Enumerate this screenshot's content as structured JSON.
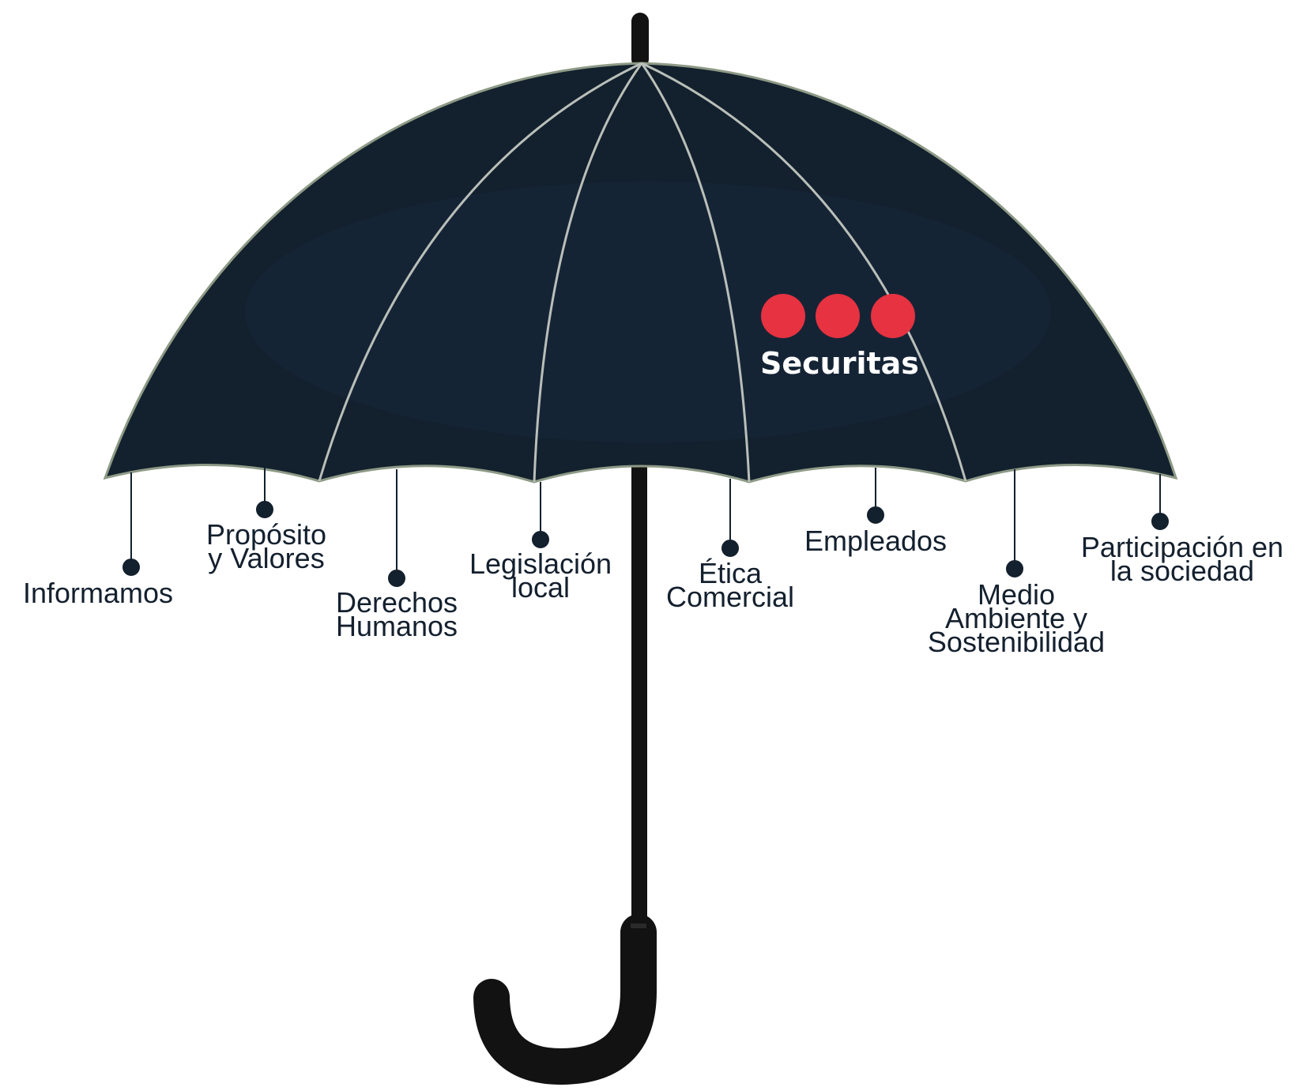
{
  "brand": {
    "name": "Securitas",
    "dot_color": "#e63241",
    "text_color": "#ffffff"
  },
  "canopy_color": "#13202d",
  "rib_color": "#b9bfb9",
  "handle_color": "#121212",
  "labels": [
    {
      "id": "informamos",
      "lines": [
        "Informamos"
      ]
    },
    {
      "id": "proposito",
      "lines": [
        "Propósito",
        "y Valores"
      ]
    },
    {
      "id": "derechos",
      "lines": [
        "Derechos",
        "Humanos"
      ]
    },
    {
      "id": "legislacion",
      "lines": [
        "Legislación",
        "local"
      ]
    },
    {
      "id": "etica",
      "lines": [
        "Ética",
        "Comercial"
      ]
    },
    {
      "id": "empleados",
      "lines": [
        "Empleados"
      ]
    },
    {
      "id": "medio",
      "lines": [
        "Medio",
        "Ambiente y",
        "Sostenibilidad"
      ]
    },
    {
      "id": "participacion",
      "lines": [
        "Participación en",
        "la sociedad"
      ]
    }
  ]
}
